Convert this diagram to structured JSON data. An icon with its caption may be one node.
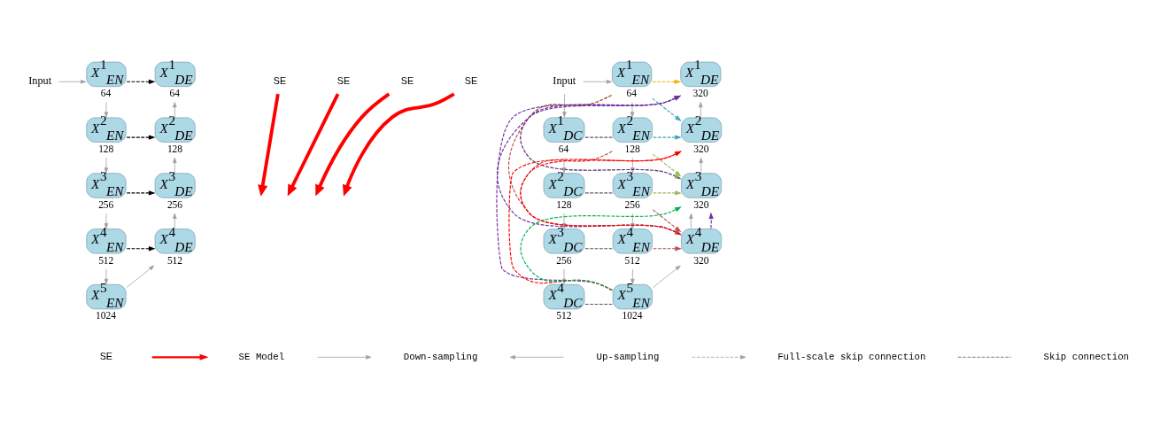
{
  "diagram": {
    "nodes": [
      {
        "text": [
          "Input"
        ]
      },
      {
        "text": [
          "X$^{1}$$_{EN}$"
        ],
        "beside": [
          "64"
        ]
      },
      {
        "text": [
          "X$^{2}$$_{EN}$"
        ],
        "beside": [
          "128"
        ]
      },
      {
        "text": [
          "X$^{3}$$_{EN}$"
        ],
        "beside": [
          "256"
        ]
      },
      {
        "text": [
          "X$^{4}$$_{EN}$"
        ],
        "beside": [
          "512"
        ]
      },
      {
        "text": [
          "X$^{5}$$_{EN}$"
        ],
        "beside": [
          "1024"
        ]
      },
      {
        "text": [
          "X$^{4}$$_{DE}$"
        ],
        "beside": [
          "512"
        ]
      },
      {
        "text": [
          "X$^{3}$$_{DE}$"
        ],
        "beside": [
          "256"
        ]
      },
      {
        "text": [
          "X$^{2}$$_{DE}$"
        ],
        "beside": [
          "128"
        ]
      },
      {
        "text": [
          "X$^{1}$$_{DE}$"
        ],
        "beside": [
          "64"
        ]
      },
      {
        "text": [
          "Input"
        ]
      },
      {
        "text": [
          "X$^{1}$$_{EN}$"
        ],
        "beside": [
          "64"
        ]
      },
      {
        "text": [
          "X$^{1}$$_{DC}$"
        ],
        "beside": [
          "64"
        ]
      },
      {
        "text": [
          "X$^{2}$$_{DC}$"
        ],
        "beside": [
          "128"
        ]
      },
      {
        "text": [
          "X$^{3}$$_{DC}$"
        ],
        "beside": [
          "256"
        ]
      },
      {
        "text": [
          "X$^{4}$$_{DC}$"
        ],
        "beside": [
          "512"
        ]
      },
      {
        "text": [
          "X$^{2}$$_{EN}$"
        ],
        "beside": [
          "128"
        ]
      },
      {
        "text": [
          "X$^{3}$$_{EN}$"
        ],
        "beside": [
          "256"
        ]
      },
      {
        "text": [
          "X$^{4}$$_{EN}$"
        ],
        "beside": [
          "512"
        ]
      },
      {
        "text": [
          "X$^{5}$$_{EN}$"
        ],
        "beside": [
          "1024"
        ]
      },
      {
        "text": [
          "X$^{1}$$_{DE}$"
        ],
        "beside": [
          "320"
        ]
      },
      {
        "text": [
          "X$^{2}$$_{DE}$"
        ],
        "beside": [
          "320"
        ]
      },
      {
        "text": [
          "X$^{3}$$_{DE}$"
        ],
        "beside": [
          "320"
        ]
      },
      {
        "text": [
          "X$^{4}$$_{DE}$"
        ],
        "beside": [
          "320"
        ]
      },
      {
        "text": [
          "SE"
        ]
      },
      {
        "text": [
          "SE"
        ]
      },
      {
        "text": [
          "SE"
        ]
      },
      {
        "text": [
          "SE"
        ]
      }
    ],
    "edges": [
      {
        "from": 0,
        "to": 1,
        "arrow": "to"
      },
      {
        "from": 1,
        "to": 2,
        "arrow": "to"
      },
      {
        "from": 2,
        "to": 3,
        "arrow": "to"
      },
      {
        "from": 3,
        "to": 4,
        "arrow": "to"
      },
      {
        "from": 4,
        "to": 5,
        "arrow": "to"
      },
      {
        "from": 5,
        "to": 6,
        "arrow": "to"
      },
      {
        "from": 6,
        "to": 7,
        "arrow": "to"
      },
      {
        "from": 7,
        "to": 8,
        "arrow": "to"
      },
      {
        "from": 8,
        "to": 9,
        "arrow": "to"
      },
      {
        "from": 1,
        "to": 9,
        "arrow": "to",
        "style": "dashed",
        "color": "#000000"
      },
      {
        "from": 2,
        "to": 8,
        "arrow": "to",
        "style": "dashed",
        "color": "#000000"
      },
      {
        "from": 3,
        "to": 7,
        "arrow": "to",
        "style": "dashed",
        "color": "#000000"
      },
      {
        "from": 4,
        "to": 6,
        "arrow": "to",
        "style": "dashed",
        "color": "#000000"
      },
      {
        "from": 10,
        "to": 11,
        "arrow": "to"
      },
      {
        "from": 10,
        "to": 12,
        "arrow": "to"
      },
      {
        "from": 12,
        "to": 13,
        "arrow": "to"
      },
      {
        "from": 13,
        "to": 14,
        "arrow": "to"
      },
      {
        "from": 14,
        "to": 15,
        "arrow": "to"
      },
      {
        "from": 11,
        "to": 16,
        "arrow": "to"
      },
      {
        "from": 16,
        "to": 17,
        "arrow": "to"
      },
      {
        "from": 17,
        "to": 18,
        "arrow": "to"
      },
      {
        "from": 18,
        "to": 19,
        "arrow": "to"
      },
      {
        "from": 19,
        "to": 23,
        "arrow": "to"
      },
      {
        "from": 23,
        "to": 22,
        "arrow": "to"
      },
      {
        "from": 22,
        "to": 21,
        "arrow": "to"
      },
      {
        "from": 21,
        "to": 20,
        "arrow": "to"
      },
      {
        "from": 12,
        "to": 16,
        "arrow": "none",
        "style": "dashed",
        "color": "#595959"
      },
      {
        "from": 13,
        "to": 17,
        "arrow": "none",
        "style": "dashed",
        "color": "#595959"
      },
      {
        "from": 14,
        "to": 18,
        "arrow": "none",
        "style": "dashed",
        "color": "#595959"
      },
      {
        "from": 15,
        "to": 19,
        "arrow": "none",
        "style": "dashed",
        "color": "#595959"
      },
      {
        "from": 24,
        "to": null,
        "arrow": "to",
        "style": "thick",
        "color": "#ff0000"
      },
      {
        "from": 25,
        "to": null,
        "arrow": "to",
        "style": "thick",
        "color": "#ff0000"
      },
      {
        "from": 26,
        "to": null,
        "arrow": "to",
        "style": "thick",
        "color": "#ff0000"
      },
      {
        "from": 27,
        "to": null,
        "arrow": "to",
        "style": "thick",
        "color": "#ff0000"
      },
      {
        "from": 11,
        "to": 20,
        "arrow": "to",
        "style": "dashed",
        "color": "#f0b400"
      },
      {
        "from": 11,
        "to": 21,
        "arrow": "to",
        "style": "dashed",
        "color": "#3ea6c0"
      },
      {
        "from": 16,
        "to": 21,
        "arrow": "to",
        "style": "dashed",
        "color": "#3ea6c0"
      },
      {
        "from": 11,
        "to": 22,
        "arrow": "to",
        "style": "dashed",
        "color": "#9bbb59"
      },
      {
        "from": 16,
        "to": 22,
        "arrow": "to",
        "style": "dashed",
        "color": "#9bbb59"
      },
      {
        "from": 17,
        "to": 22,
        "arrow": "to",
        "style": "dashed",
        "color": "#9bbb59"
      },
      {
        "from": 11,
        "to": 23,
        "arrow": "to",
        "style": "dashed",
        "color": "#c0504d"
      },
      {
        "from": 16,
        "to": 23,
        "arrow": "to",
        "style": "dashed",
        "color": "#c0504d"
      },
      {
        "from": 17,
        "to": 23,
        "arrow": "to",
        "style": "dashed",
        "color": "#c0504d"
      },
      {
        "from": 18,
        "to": 23,
        "arrow": "to",
        "style": "dashed",
        "color": "#c0504d"
      },
      {
        "from": 19,
        "to": 22,
        "arrow": "to",
        "style": "dashed",
        "color": "#00b050"
      },
      {
        "from": 19,
        "to": 21,
        "arrow": "to",
        "style": "dashed",
        "color": "#ff0000"
      },
      {
        "from": 23,
        "to": 21,
        "arrow": "to",
        "style": "dashed",
        "color": "#ff0000"
      },
      {
        "from": 23,
        "to": 22,
        "arrow": "to",
        "style": "dashed",
        "color": "#7030a0"
      },
      {
        "from": 22,
        "to": 20,
        "arrow": "to",
        "style": "dashed",
        "color": "#7030a0"
      },
      {
        "from": 23,
        "to": 20,
        "arrow": "to",
        "style": "dashed",
        "color": "#7030a0"
      },
      {
        "from": 19,
        "to": 20,
        "arrow": "to",
        "style": "dashed",
        "color": "#7030a0"
      }
    ],
    "labels": [
      "SE"
    ],
    "legend": [
      {
        "text": "SE Model"
      },
      {
        "text": "Down-sampling"
      },
      {
        "text": "Up-sampling"
      },
      {
        "text": "Full-scale skip connection"
      },
      {
        "text": "Skip connection"
      }
    ]
  }
}
